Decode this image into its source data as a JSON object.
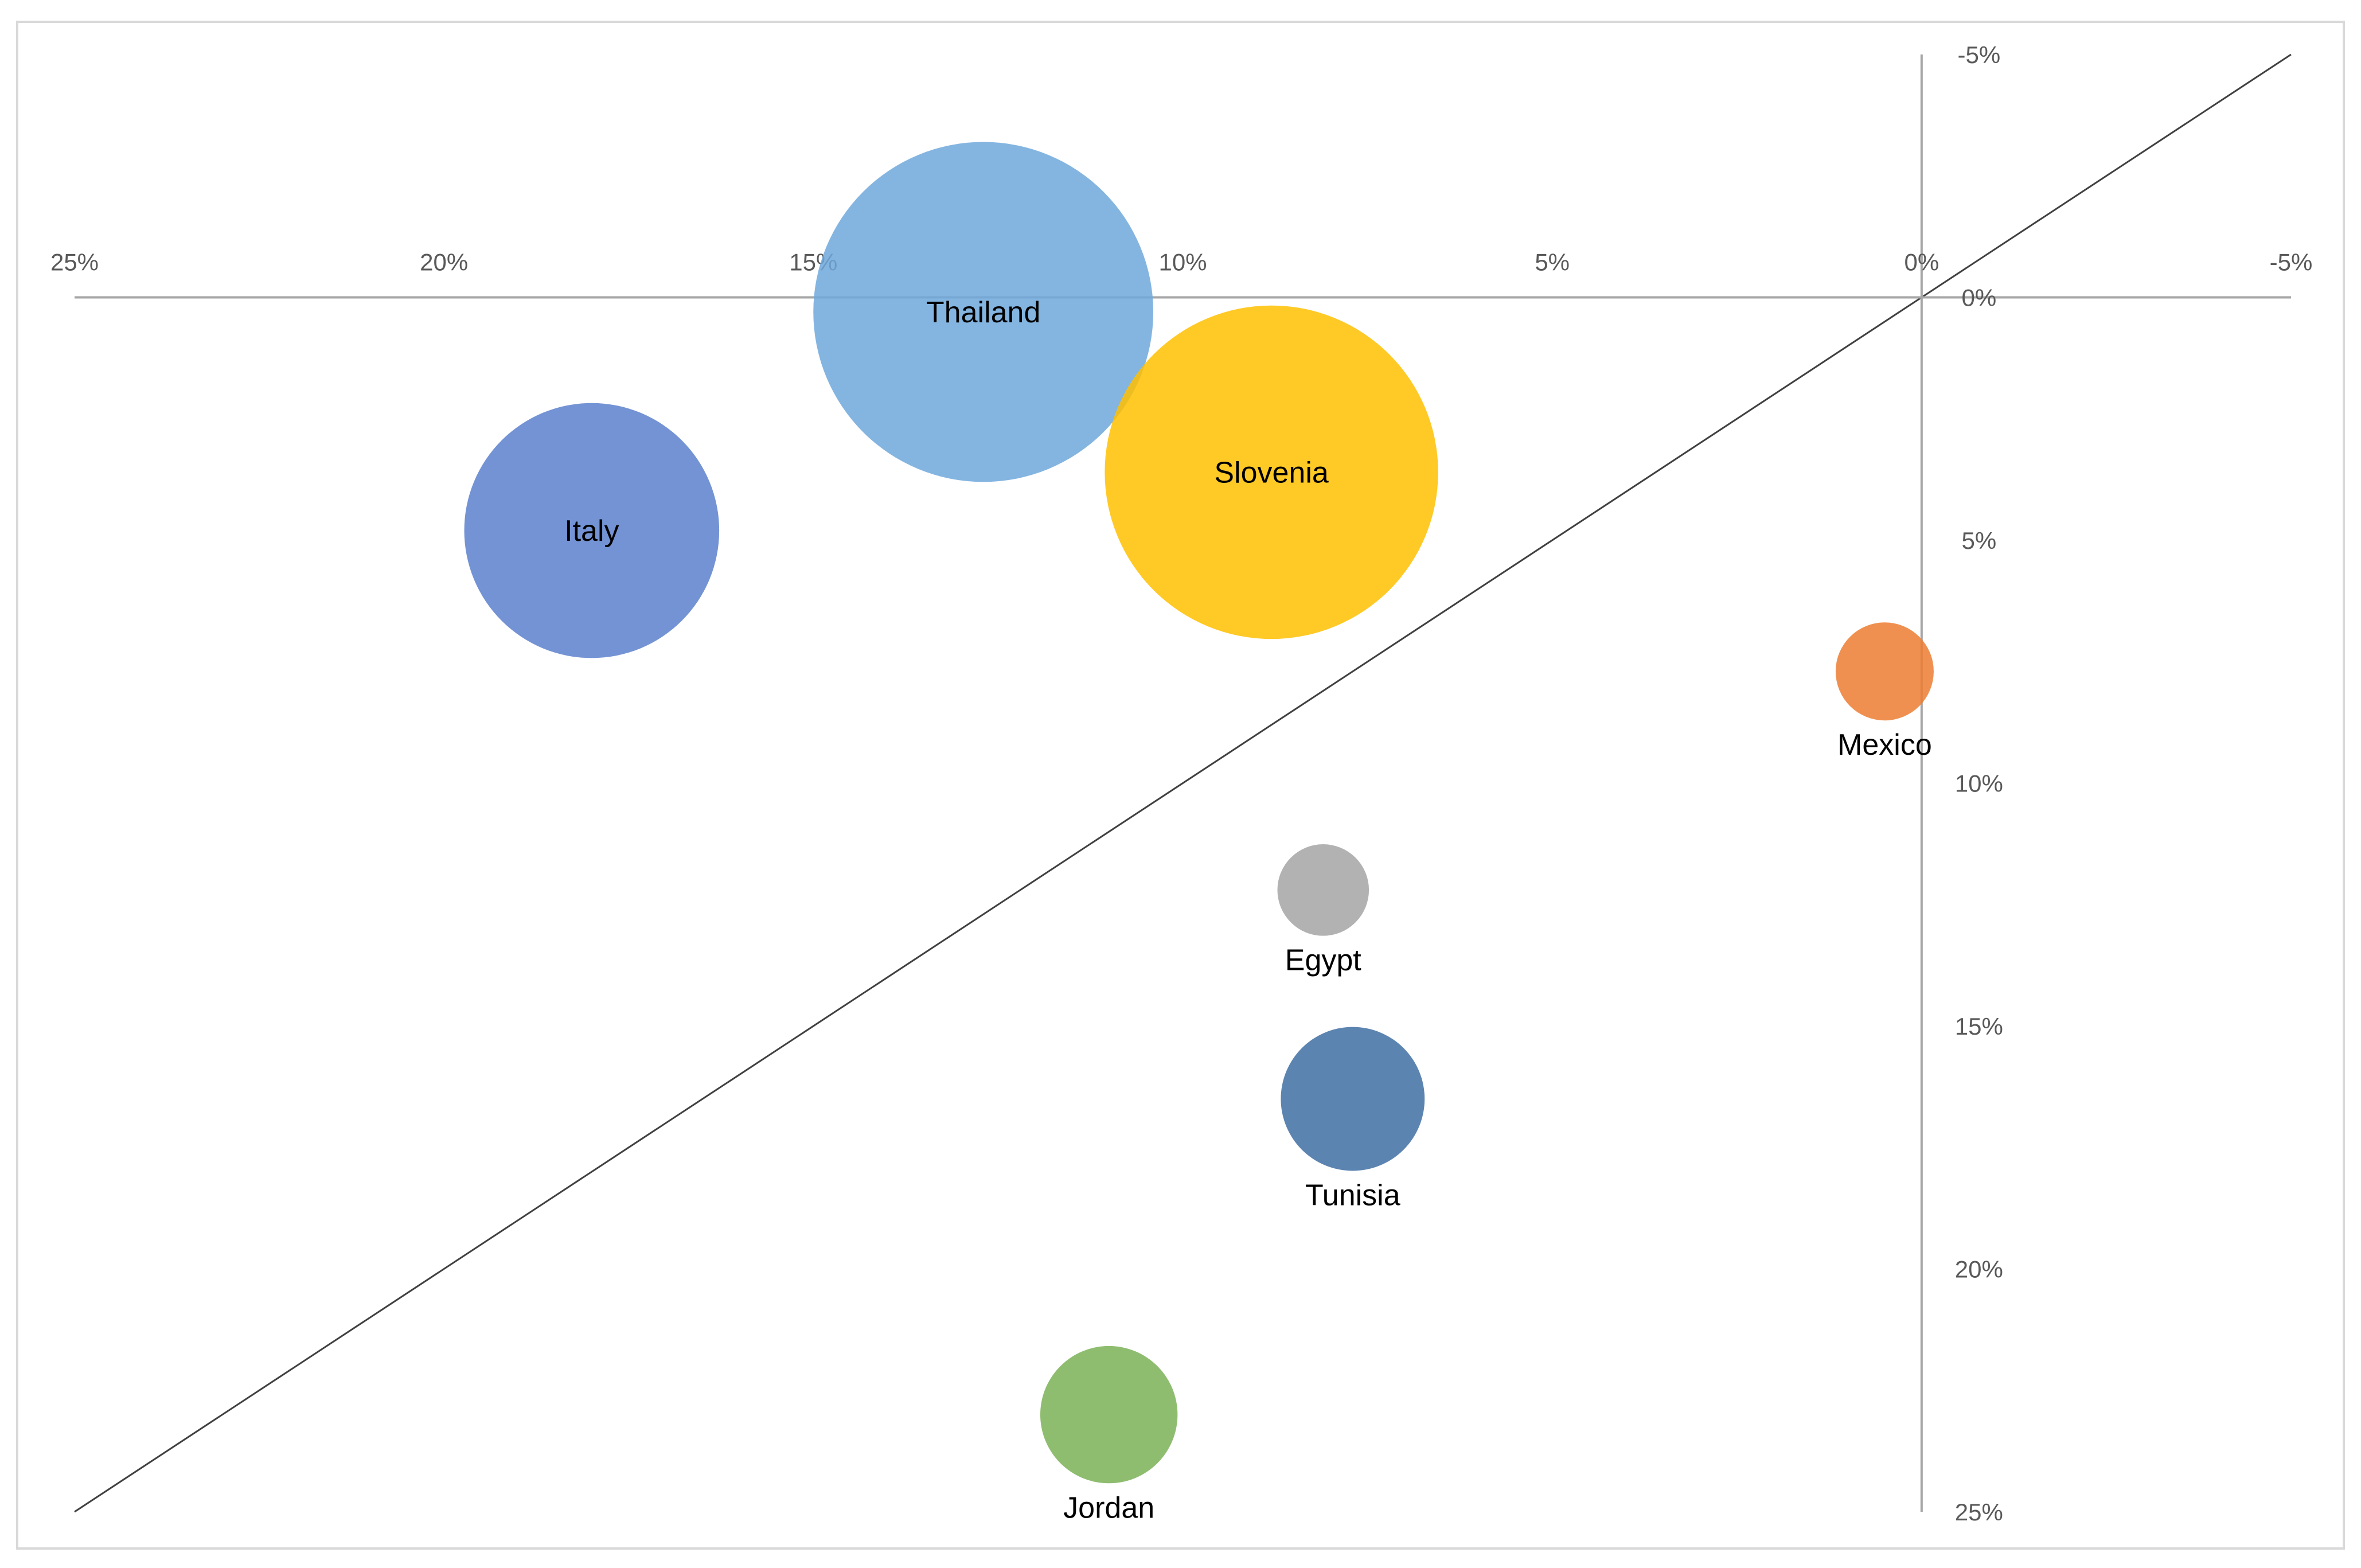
{
  "chart_data": {
    "type": "bubble",
    "title": "",
    "xlabel": "",
    "ylabel": "",
    "xlim": [
      25,
      -5
    ],
    "ylim": [
      -5,
      25
    ],
    "x_reversed": true,
    "y_reversed": true,
    "x_ticks": [
      25,
      20,
      15,
      10,
      5,
      0,
      -5
    ],
    "x_tick_labels": [
      "25%",
      "20%",
      "15%",
      "10%",
      "5%",
      "0%",
      "-5%"
    ],
    "y_ticks": [
      -5,
      0,
      5,
      10,
      15,
      20,
      25
    ],
    "y_tick_labels": [
      "-5%",
      "0%",
      "5%",
      "10%",
      "15%",
      "20%",
      "25%"
    ],
    "grid": false,
    "legend": "none",
    "reference_line": {
      "from": [
        25,
        25
      ],
      "to": [
        -5,
        -5
      ],
      "color": "#404040"
    },
    "axis_color": "#a6a6a6",
    "series": [
      {
        "name": "Thailand",
        "x": 12.7,
        "y": 0.3,
        "size": 5.2,
        "color": "#6fa8dc",
        "label_position": "center"
      },
      {
        "name": "Slovenia",
        "x": 8.8,
        "y": 3.6,
        "size": 5.1,
        "color": "#ffc000",
        "label_position": "center"
      },
      {
        "name": "Italy",
        "x": 18.0,
        "y": 4.8,
        "size": 3.9,
        "color": "#5b80cc",
        "label_position": "center"
      },
      {
        "name": "Mexico",
        "x": 0.5,
        "y": 7.7,
        "size": 1.5,
        "color": "#ed7d31",
        "label_position": "below"
      },
      {
        "name": "Egypt",
        "x": 8.1,
        "y": 12.2,
        "size": 1.4,
        "color": "#a5a5a5",
        "label_position": "below"
      },
      {
        "name": "Tunisia",
        "x": 7.7,
        "y": 16.5,
        "size": 2.2,
        "color": "#3f6fa3",
        "label_position": "below"
      },
      {
        "name": "Jordan",
        "x": 11.0,
        "y": 23.0,
        "size": 2.1,
        "color": "#7bb257",
        "label_position": "below"
      }
    ]
  }
}
